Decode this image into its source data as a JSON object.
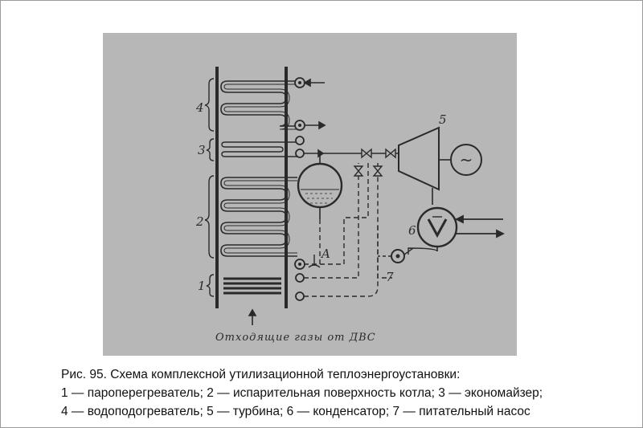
{
  "figure": {
    "section_labels": {
      "s4": "4",
      "s3": "3",
      "s2": "2",
      "s1": "1",
      "turbine": "5",
      "condenser": "6",
      "pump": "7",
      "valve_a": "A"
    },
    "generator_symbol": "~",
    "footer": "Отходящие газы от ДВС",
    "colors": {
      "background": "#b7b7b7",
      "ink": "#2a2a2a"
    }
  },
  "caption": {
    "line1": "Рис. 95. Схема комплексной утилизационной теплоэнергоустановки:",
    "line2": "1 — пароперегреватель; 2 — испарительная поверхность котла; 3 — экономайзер;",
    "line3": "4 — водоподогреватель; 5 — турбина; 6 — конденсатор; 7 — питательный насос"
  }
}
